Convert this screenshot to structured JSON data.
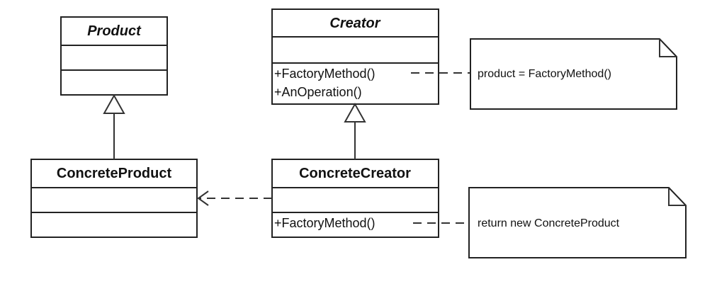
{
  "classes": {
    "product": {
      "name": "Product",
      "abstract": true,
      "members": []
    },
    "creator": {
      "name": "Creator",
      "abstract": true,
      "members": [
        "+FactoryMethod()",
        "+AnOperation()"
      ]
    },
    "concrete_product": {
      "name": "ConcreteProduct",
      "abstract": false,
      "members": []
    },
    "concrete_creator": {
      "name": "ConcreteCreator",
      "abstract": false,
      "members": [
        "+FactoryMethod()"
      ]
    }
  },
  "notes": {
    "creator_note": "product = FactoryMethod()",
    "concrete_creator_note": "return new ConcreteProduct"
  },
  "colors": {
    "stroke": "#222222",
    "background": "#ffffff"
  }
}
